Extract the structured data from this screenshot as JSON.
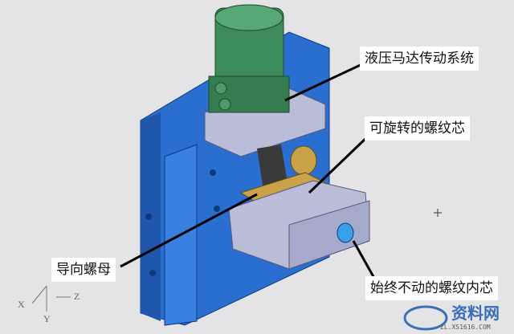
{
  "labels": {
    "hydraulic_motor": "液压马达传动系统",
    "rotatable_core": "可旋转的螺纹芯",
    "guide_nut": "导向螺母",
    "fixed_core": "始终不动的螺纹内芯"
  },
  "axes": {
    "x": "X",
    "y": "Y",
    "z": "Z"
  },
  "watermark": {
    "name": "资料网",
    "url": "ZL.XS1616.COM"
  },
  "colors": {
    "plate": "#2a6fd0",
    "motor": "#3d8a5a",
    "housing": "#b9bdd8",
    "brass": "#c9a24a"
  }
}
